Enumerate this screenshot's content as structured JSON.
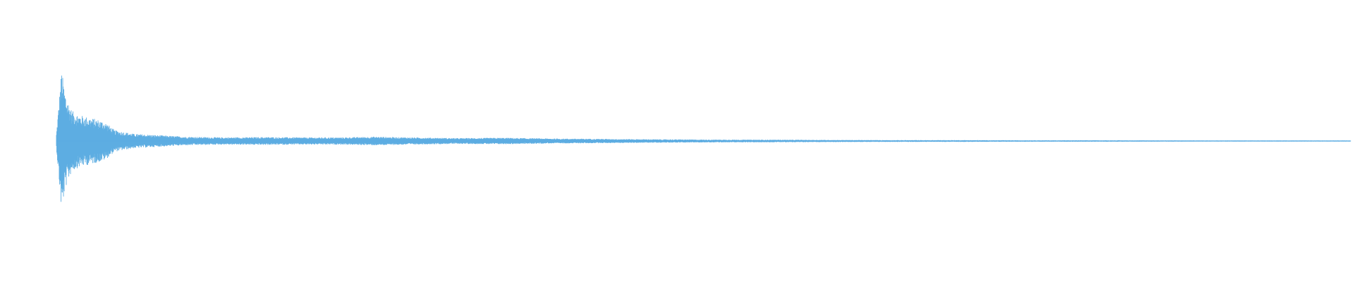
{
  "waveform": {
    "color": "#5DADE2",
    "background": "#ffffff",
    "envelope": [
      [
        0.0,
        0.1
      ],
      [
        0.002,
        0.55
      ],
      [
        0.004,
        1.0
      ],
      [
        0.006,
        0.75
      ],
      [
        0.008,
        0.6
      ],
      [
        0.012,
        0.42
      ],
      [
        0.018,
        0.36
      ],
      [
        0.025,
        0.33
      ],
      [
        0.032,
        0.3
      ],
      [
        0.038,
        0.26
      ],
      [
        0.045,
        0.15
      ],
      [
        0.06,
        0.1
      ],
      [
        0.08,
        0.08
      ],
      [
        0.1,
        0.06
      ],
      [
        0.13,
        0.05
      ],
      [
        0.16,
        0.055
      ],
      [
        0.19,
        0.05
      ],
      [
        0.22,
        0.05
      ],
      [
        0.245,
        0.06
      ],
      [
        0.275,
        0.05
      ],
      [
        0.31,
        0.04
      ],
      [
        0.345,
        0.045
      ],
      [
        0.38,
        0.035
      ],
      [
        0.42,
        0.03
      ],
      [
        0.45,
        0.025
      ],
      [
        0.5,
        0.02
      ],
      [
        0.55,
        0.018
      ],
      [
        0.6,
        0.015
      ],
      [
        0.65,
        0.012
      ],
      [
        0.7,
        0.012
      ],
      [
        0.75,
        0.01
      ],
      [
        0.8,
        0.01
      ],
      [
        0.85,
        0.009
      ],
      [
        0.9,
        0.008
      ],
      [
        0.95,
        0.008
      ],
      [
        1.0,
        0.007
      ]
    ]
  }
}
